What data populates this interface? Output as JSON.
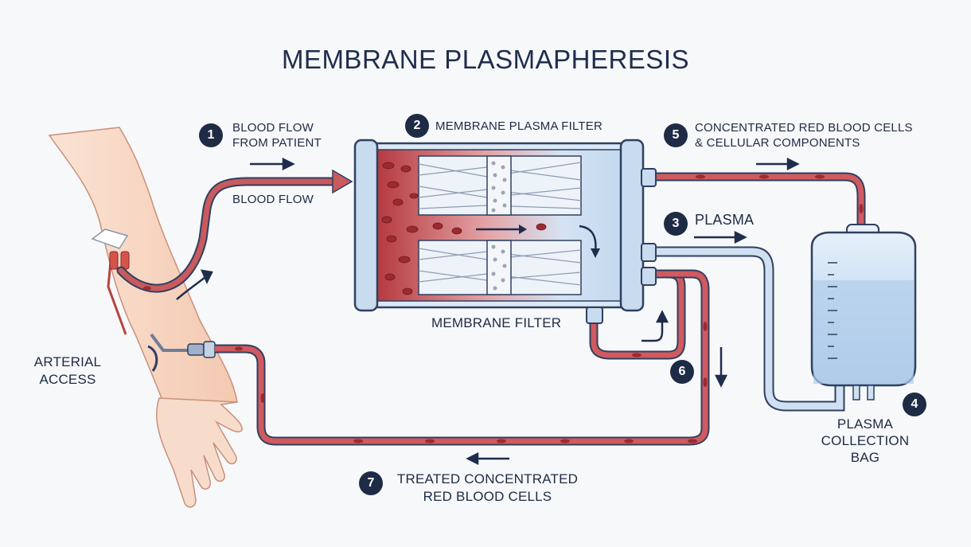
{
  "title": "MEMBRANE PLASMAPHERESIS",
  "steps": [
    {
      "number": "1",
      "lines": [
        "BLOOD FLOW",
        "FROM PATIENT"
      ]
    },
    {
      "number": "2",
      "lines": [
        "MEMBRANE PLASMA FILTER"
      ]
    },
    {
      "number": "3",
      "lines": [
        "PLASMA"
      ]
    },
    {
      "number": "4",
      "lines": [
        "PLASMA",
        "COLLECTION",
        "BAG"
      ]
    },
    {
      "number": "5",
      "lines": [
        "CONCENTRATED RED BLOOD CELLS",
        "& CELLULAR COMPONENTS"
      ]
    },
    {
      "number": "6",
      "lines": []
    },
    {
      "number": "7",
      "lines": [
        "TREATED CONCENTRATED",
        "RED BLOOD CELLS"
      ]
    }
  ],
  "labels": {
    "blood_flow": "BLOOD FLOW",
    "membrane_filter": "MEMBRANE FILTER",
    "arterial_access": [
      "ARTERIAL",
      "ACCESS"
    ]
  },
  "colors": {
    "blood": "#c44a4f",
    "blood_dark": "#9c2a2f",
    "plasma": "#bfd6ee",
    "outline": "#2f4060",
    "badge": "#1e2b45"
  }
}
